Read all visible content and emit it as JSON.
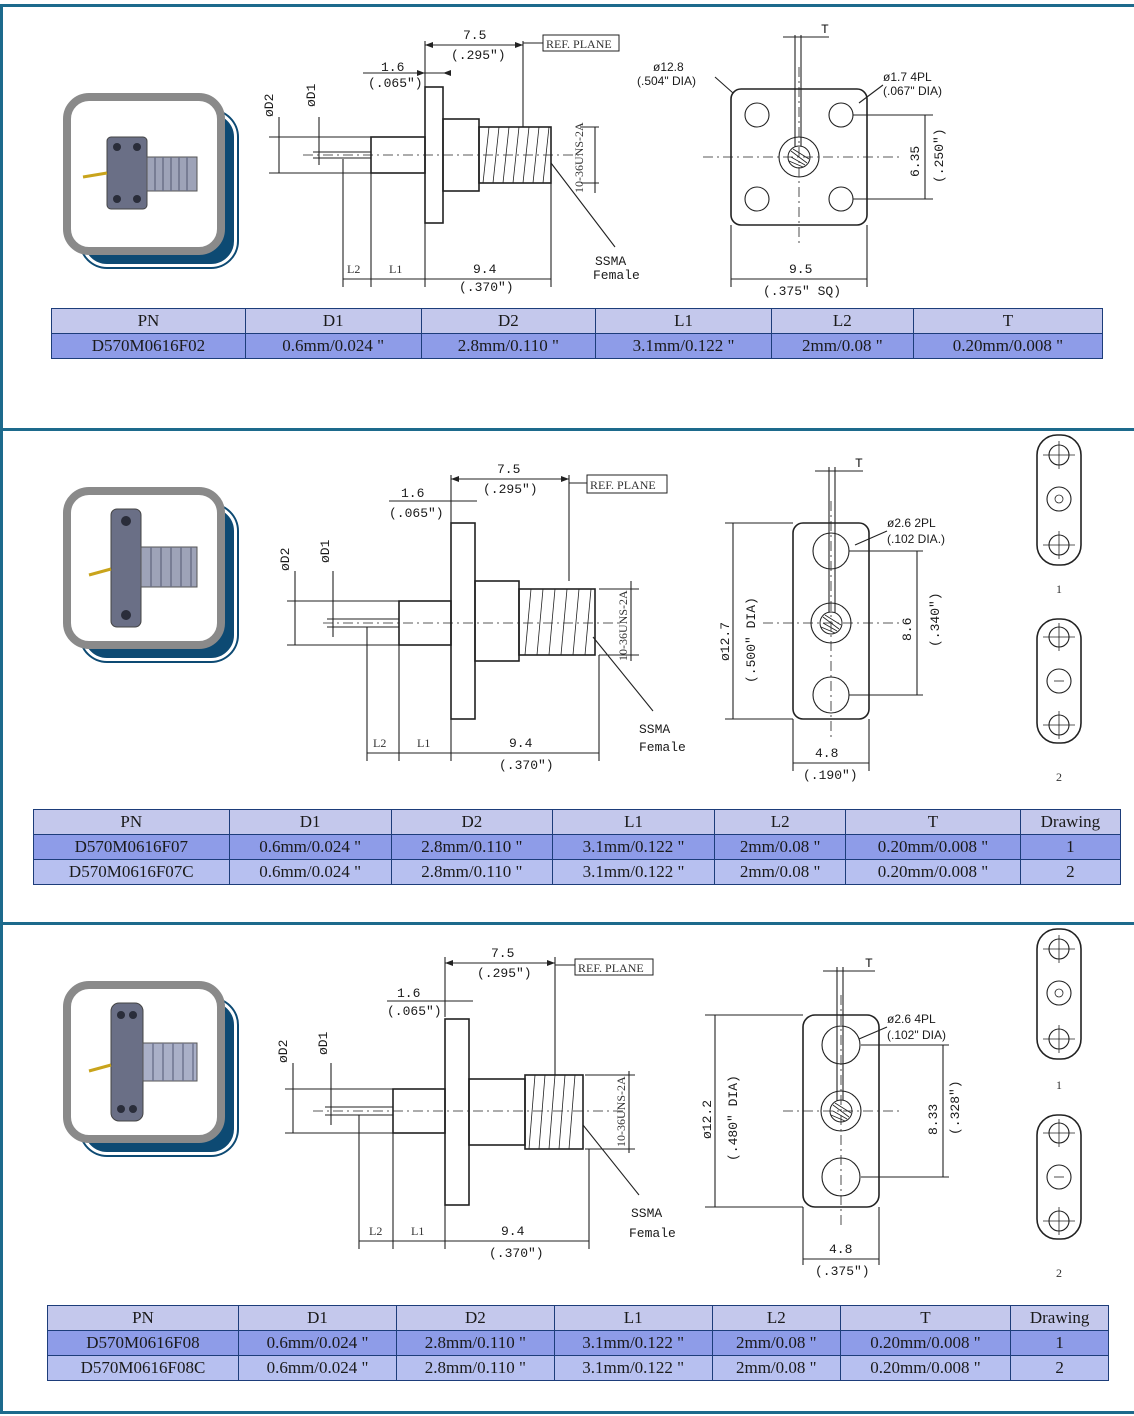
{
  "sections": [
    {
      "drawing": {
        "dims": {
          "d_7_5": "7.5",
          "d_295": "(.295\")",
          "d_1_6": "1.6",
          "d_065": "(.065\")",
          "ref_plane": "REF. PLANE",
          "thread": "10-36UNS-2A",
          "d2": "øD2",
          "d1": "øD1",
          "l2": "L2",
          "l1": "L1",
          "d_9_4": "9.4",
          "d_370": "(.370\")",
          "connector1": "SSMA",
          "connector2": "Female",
          "t": "T",
          "dia_12_8": "ø12.8",
          "dia_504": "(.504\" DIA)",
          "hole_dia": "ø1.7  4PL",
          "hole_in": "(.067\"  DIA)",
          "d_6_35": "6.35",
          "d_250": "(.250\")",
          "d_9_5": "9.5",
          "d_375sq": "(.375\" SQ)"
        }
      },
      "table": {
        "headers": [
          "PN",
          "D1",
          "D2",
          "L1",
          "L2",
          "T"
        ],
        "rows": [
          [
            "D570M0616F02",
            "0.6mm/0.024 \"",
            "2.8mm/0.110 \"",
            "3.1mm/0.122 \"",
            "2mm/0.08 \"",
            "0.20mm/0.008 \""
          ]
        ]
      }
    },
    {
      "drawing": {
        "dims": {
          "d_7_5": "7.5",
          "d_295": "(.295\")",
          "d_1_6": "1.6",
          "d_065": "(.065\")",
          "ref_plane": "REF. PLANE",
          "thread": "10-36UNS-2A",
          "d2": "øD2",
          "d1": "øD1",
          "l2": "L2",
          "l1": "L1",
          "d_9_4": "9.4",
          "d_370": "(.370\")",
          "connector1": "SSMA",
          "connector2": "Female",
          "t": "T",
          "hole_dia": "ø2.6  2PL",
          "hole_in": "(.102  DIA.)",
          "dia_12_7": "ø12.7",
          "dia_500": "(.500\" DIA)",
          "d_8_6": "8.6",
          "d_340": "(.340\")",
          "d_4_8": "4.8",
          "d_190": "(.190\")",
          "label_1": "1",
          "label_2": "2"
        }
      },
      "table": {
        "headers": [
          "PN",
          "D1",
          "D2",
          "L1",
          "L2",
          "T",
          "Drawing"
        ],
        "rows": [
          [
            "D570M0616F07",
            "0.6mm/0.024 \"",
            "2.8mm/0.110 \"",
            "3.1mm/0.122 \"",
            "2mm/0.08 \"",
            "0.20mm/0.008 \"",
            "1"
          ],
          [
            "D570M0616F07C",
            "0.6mm/0.024 \"",
            "2.8mm/0.110 \"",
            "3.1mm/0.122 \"",
            "2mm/0.08 \"",
            "0.20mm/0.008 \"",
            "2"
          ]
        ]
      }
    },
    {
      "drawing": {
        "dims": {
          "d_7_5": "7.5",
          "d_295": "(.295\")",
          "d_1_6": "1.6",
          "d_065": "(.065\")",
          "ref_plane": "REF. PLANE",
          "thread": "10-36UNS-2A",
          "d2": "øD2",
          "d1": "øD1",
          "l2": "L2",
          "l1": "L1",
          "d_9_4": "9.4",
          "d_370": "(.370\")",
          "connector1": "SSMA",
          "connector2": "Female",
          "t": "T",
          "hole_dia": "ø2.6  4PL",
          "hole_in": "(.102\"  DIA)",
          "dia_12_2": "ø12.2",
          "dia_480": "(.480\" DIA)",
          "d_8_33": "8.33",
          "d_328": "(.328\")",
          "d_4_8": "4.8",
          "d_375": "(.375\")",
          "label_1": "1",
          "label_2": "2"
        }
      },
      "table": {
        "headers": [
          "PN",
          "D1",
          "D2",
          "L1",
          "L2",
          "T",
          "Drawing"
        ],
        "rows": [
          [
            "D570M0616F08",
            "0.6mm/0.024 \"",
            "2.8mm/0.110 \"",
            "3.1mm/0.122 \"",
            "2mm/0.08 \"",
            "0.20mm/0.008 \"",
            "1"
          ],
          [
            "D570M0616F08C",
            "0.6mm/0.024 \"",
            "2.8mm/0.110 \"",
            "3.1mm/0.122 \"",
            "2mm/0.08 \"",
            "0.20mm/0.008 \"",
            "2"
          ]
        ]
      }
    }
  ]
}
